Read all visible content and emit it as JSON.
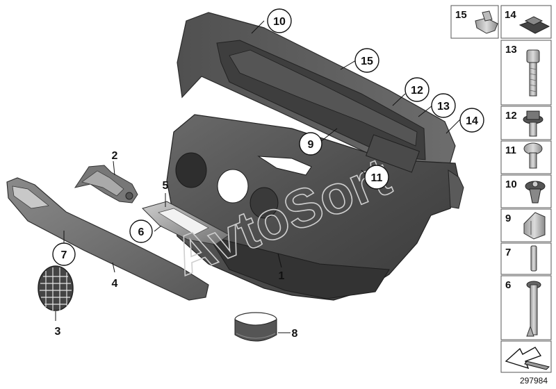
{
  "diagram": {
    "reference_number": "297984",
    "watermark": "AvtoSort",
    "callouts": [
      {
        "id": "c1",
        "label": "1",
        "circled": false
      },
      {
        "id": "c2",
        "label": "2",
        "circled": false
      },
      {
        "id": "c3",
        "label": "3",
        "circled": false
      },
      {
        "id": "c4",
        "label": "4",
        "circled": false
      },
      {
        "id": "c5",
        "label": "5",
        "circled": false
      },
      {
        "id": "c6",
        "label": "6",
        "circled": true
      },
      {
        "id": "c7",
        "label": "7",
        "circled": true
      },
      {
        "id": "c8",
        "label": "8",
        "circled": false
      },
      {
        "id": "c9",
        "label": "9",
        "circled": true
      },
      {
        "id": "c10",
        "label": "10",
        "circled": true
      },
      {
        "id": "c11",
        "label": "11",
        "circled": true
      },
      {
        "id": "c12",
        "label": "12",
        "circled": true
      },
      {
        "id": "c13",
        "label": "13",
        "circled": true
      },
      {
        "id": "c14",
        "label": "14",
        "circled": true
      },
      {
        "id": "c15",
        "label": "15",
        "circled": true
      }
    ],
    "sidebar_parts": [
      {
        "label": "15",
        "icon": "trim-clip-icon"
      },
      {
        "label": "14",
        "icon": "square-nut-icon"
      },
      {
        "label": "13",
        "icon": "socket-head-screw-icon"
      },
      {
        "label": "12",
        "icon": "hex-flange-screw-icon"
      },
      {
        "label": "11",
        "icon": "torx-pan-screw-icon"
      },
      {
        "label": "10",
        "icon": "spreading-rivet-icon"
      },
      {
        "label": "9",
        "icon": "spring-clip-icon"
      },
      {
        "label": "7",
        "icon": "pin-icon"
      },
      {
        "label": "6",
        "icon": "expanding-rivet-icon"
      }
    ]
  }
}
